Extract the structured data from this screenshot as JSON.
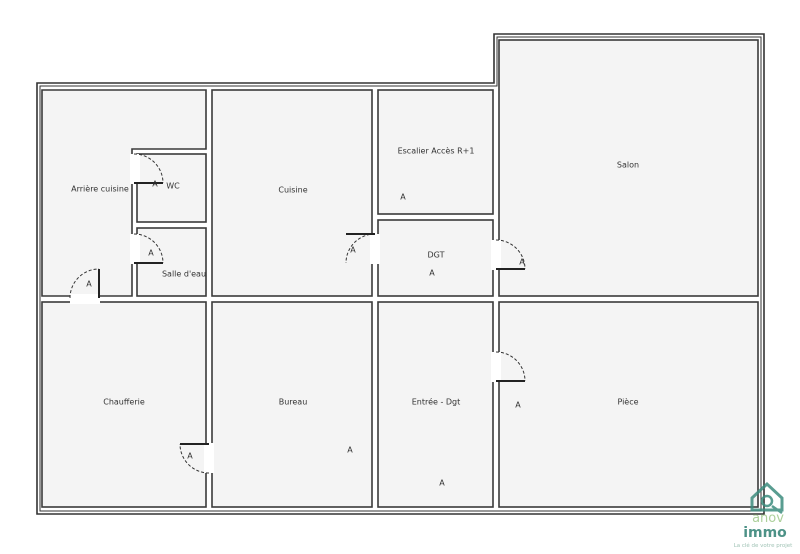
{
  "rooms": {
    "arriere_cuisine": "Arrière cuisine",
    "wc": "WC",
    "salle_eau": "Salle d'eau",
    "cuisine": "Cuisine",
    "escalier": "Escalier Accès R+1",
    "dgt": "DGT",
    "salon": "Salon",
    "chaufferie": "Chaufferie",
    "bureau": "Bureau",
    "entree": "Entrée - Dgt",
    "piece": "Pièce"
  },
  "marker": "A",
  "logo": {
    "brand_top": "anov",
    "brand_bottom": "immo",
    "tagline": "La clé de votre projet",
    "colors": {
      "house": "#3d8c7e",
      "anov": "#9fc88a",
      "immo": "#2f7f73"
    }
  }
}
